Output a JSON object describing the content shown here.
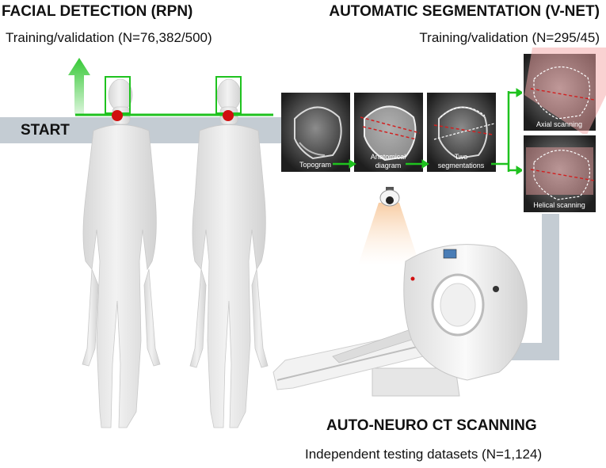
{
  "facial": {
    "title": "FACIAL DETECTION (RPN)",
    "subtitle": "Training/validation (N=76,382/500)"
  },
  "segmentation": {
    "title": "AUTOMATIC SEGMENTATION (V-NET)",
    "subtitle": "Training/validation (N=295/45)",
    "panels": {
      "topogram": "Topogram",
      "anatomical_1": "Anatomical",
      "anatomical_2": "diagram",
      "two_1": "Two",
      "two_2": "segmentations",
      "axial": "Axial scanning",
      "helical": "Helical scanning"
    }
  },
  "start": {
    "label": "START"
  },
  "scanning": {
    "title": "AUTO-NEURO CT SCANNING",
    "subtitle": "Independent testing datasets (N=1,124)"
  },
  "colors": {
    "track": "#c4ccd3",
    "green": "#1fc21f",
    "red_dot": "#d10f0f",
    "figure": "#e9e9e9",
    "xray_bg": "#2b2b2b"
  },
  "icons": [
    "up-arrow-icon",
    "camera-icon",
    "ct-scanner-icon",
    "human-figure-icon"
  ]
}
